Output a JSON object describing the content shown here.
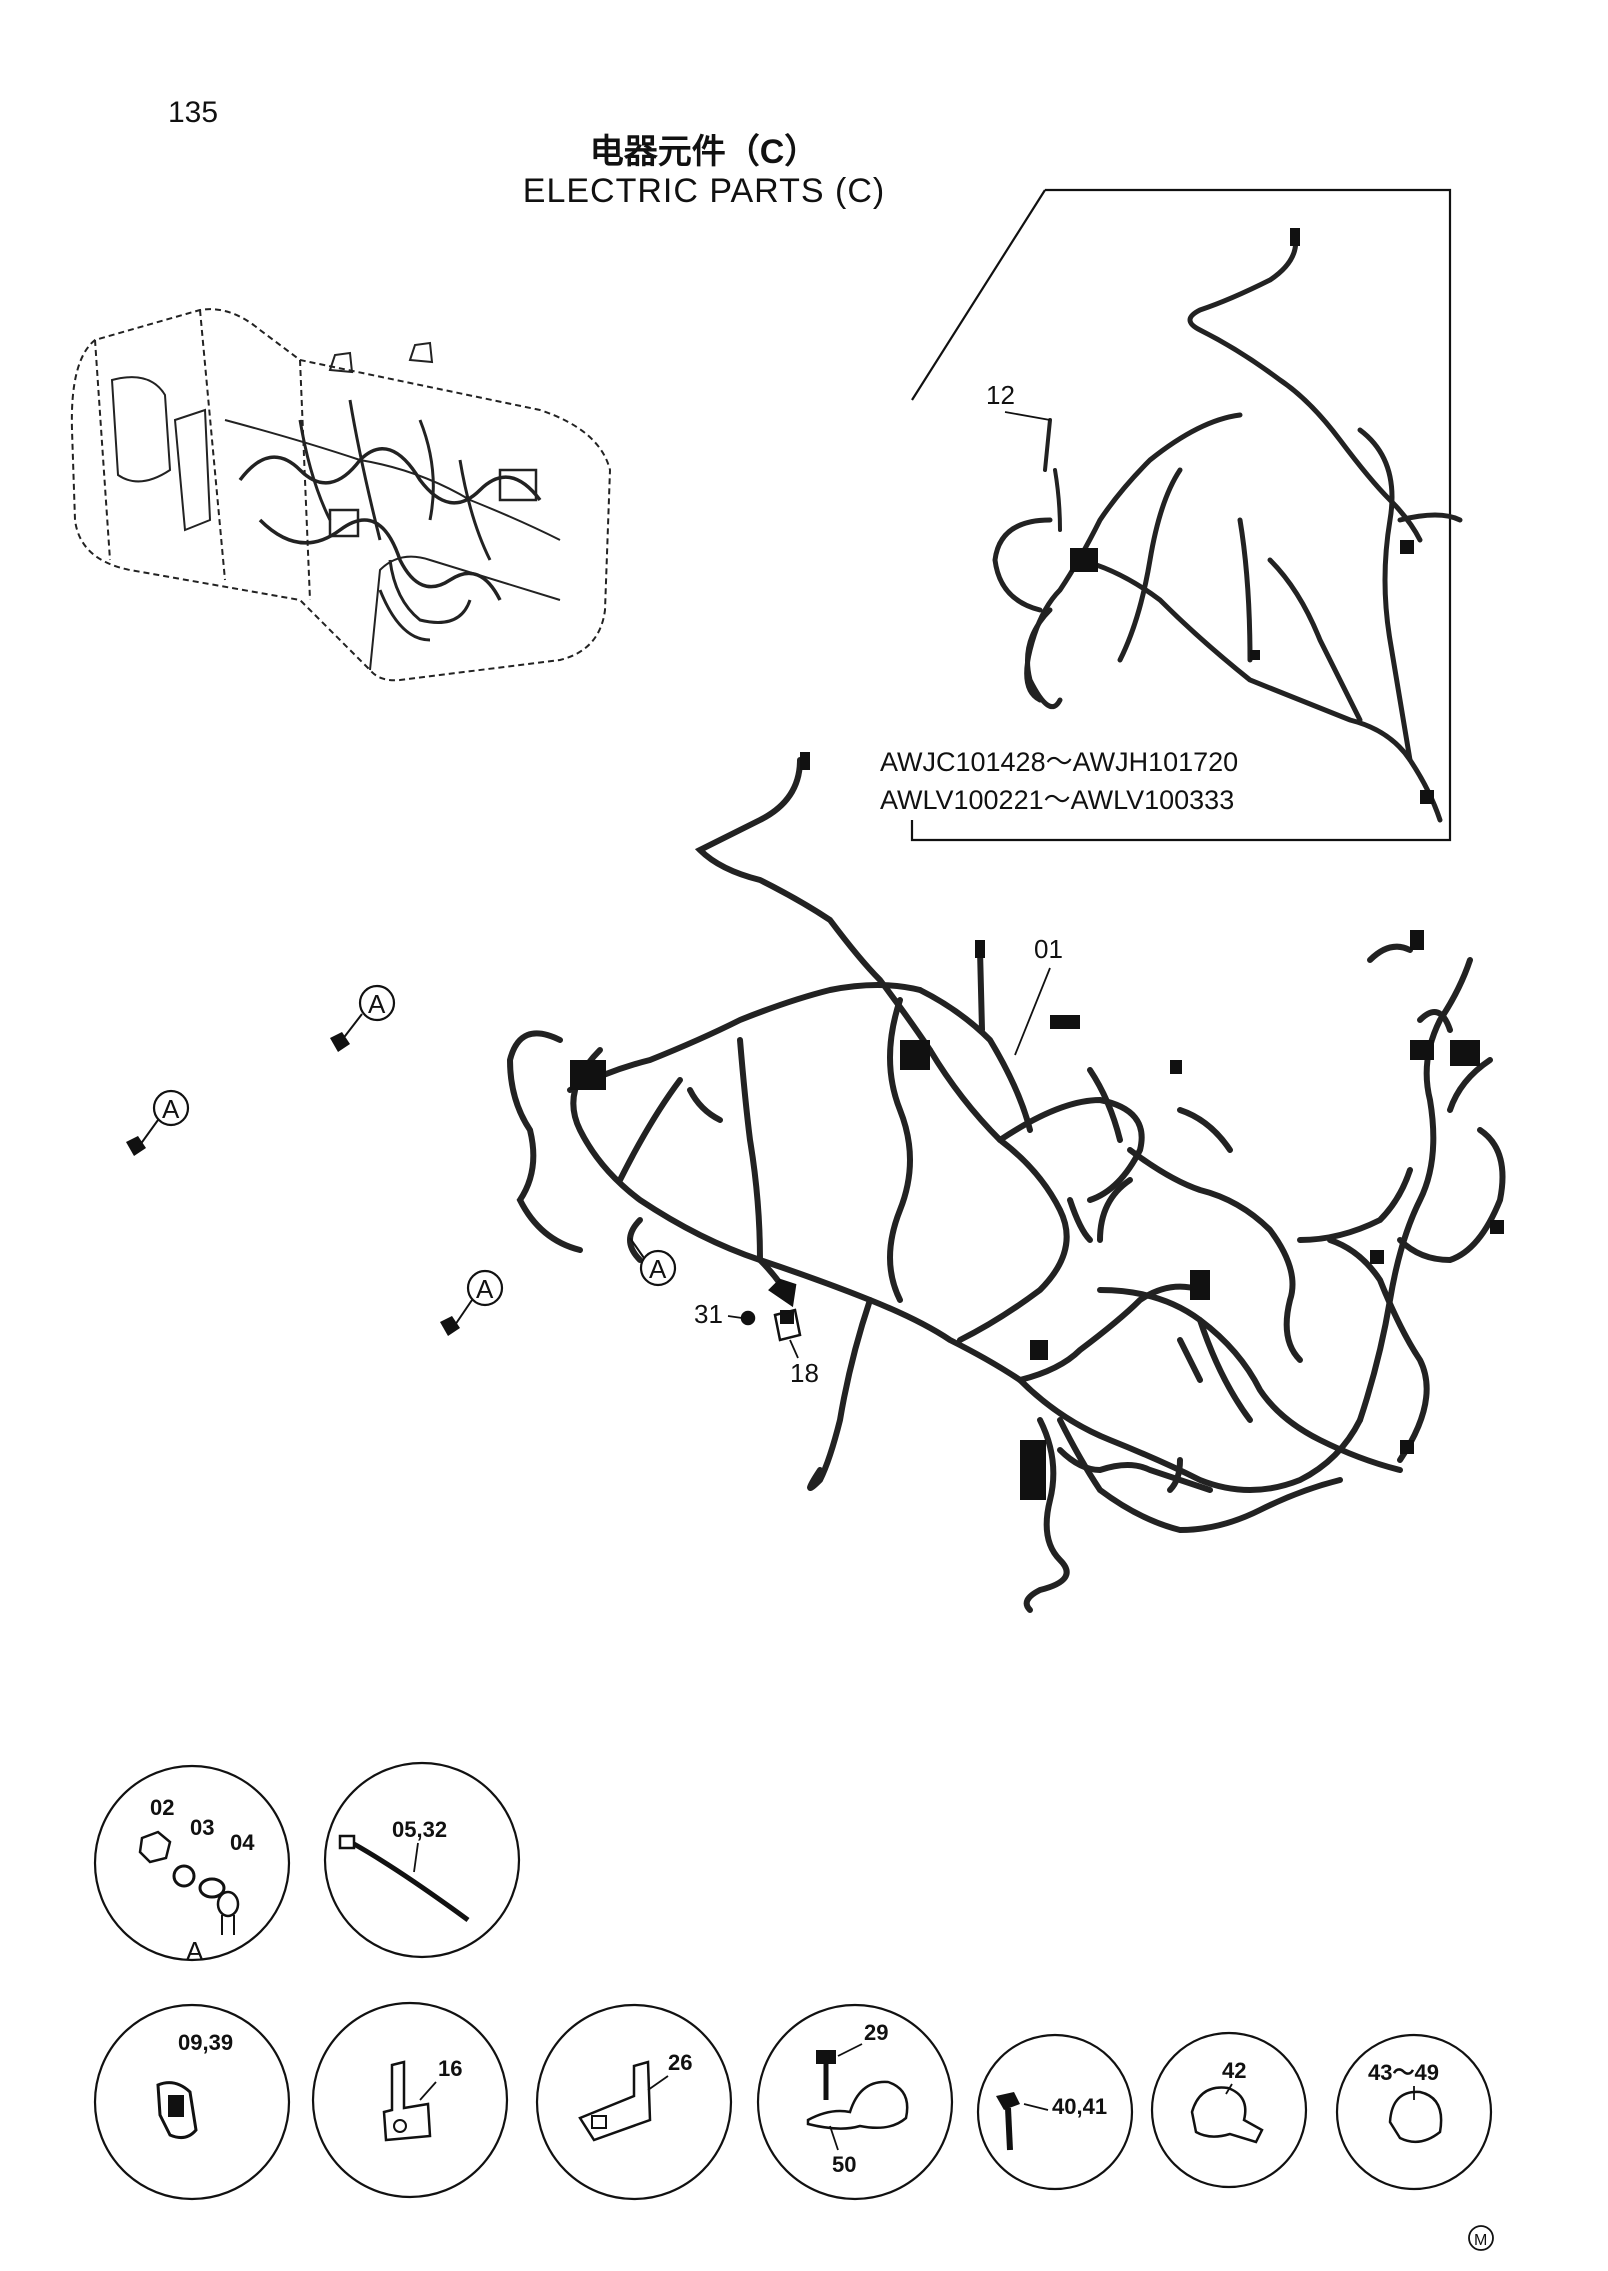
{
  "page": {
    "number": "135",
    "title_cn": "电器元件（C）",
    "title_en": "ELECTRIC PARTS (C)"
  },
  "inset": {
    "serial_line1": "AWJC101428～AWJH101720",
    "serial_line2": "AWLV100221～AWLV100333"
  },
  "callouts": {
    "harness": "01",
    "inset_harness": "12",
    "clip_bolt": "31",
    "bracket": "18",
    "detail_ref": "A"
  },
  "details": {
    "nut_washers": {
      "labels": [
        "02",
        "03",
        "04"
      ],
      "ref": "A"
    },
    "cable_tie": "05,32",
    "clip_09_39": "09,39",
    "bracket_16": "16",
    "bracket_26": "26",
    "clamp_bolt": "29",
    "clamp_washer": "50",
    "bolt": "40,41",
    "clamp_42": "42",
    "clamp_43_49": "43～49"
  },
  "corner_mark": "M"
}
